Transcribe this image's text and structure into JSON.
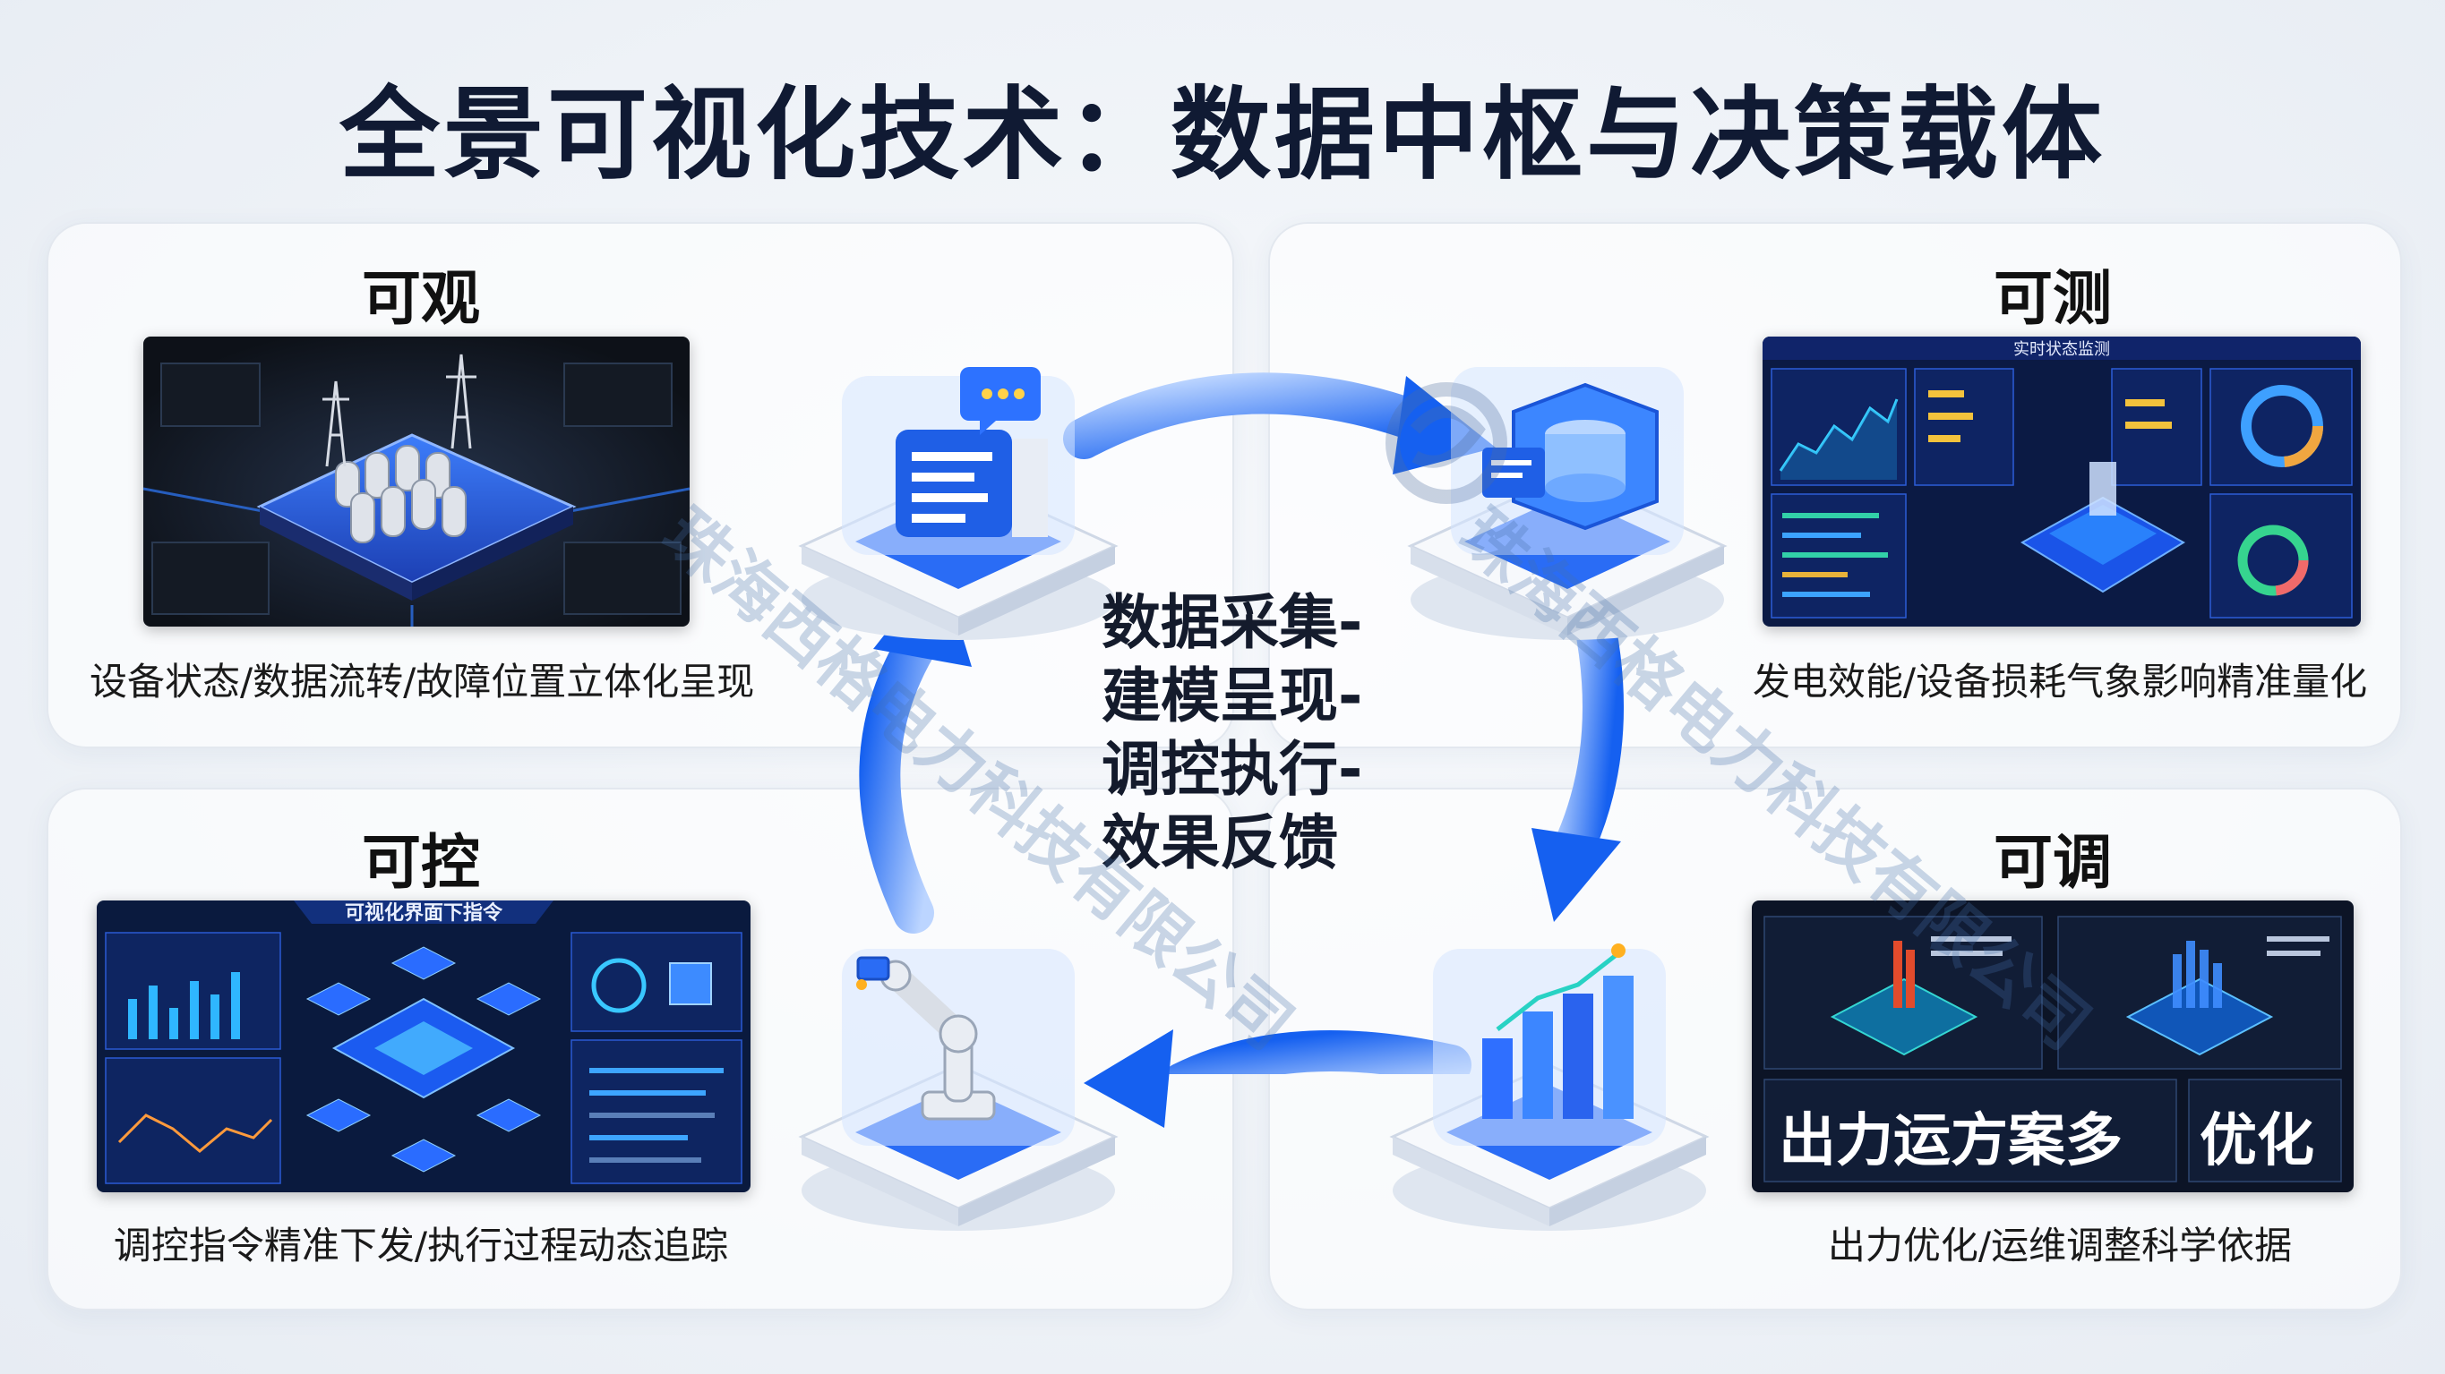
{
  "title": "全景可视化技术：数据中枢与决策载体",
  "cycle_text": [
    "数据采集-",
    "建模呈现-",
    "调控执行-",
    "效果反馈"
  ],
  "panels": {
    "observe": {
      "title": "可观",
      "caption": "设备状态/数据流转/故障位置立体化呈现"
    },
    "measure": {
      "title": "可测",
      "caption": "发电效能/设备损耗气象影响精准量化",
      "screen_title": "实时状态监测"
    },
    "control": {
      "title": "可控",
      "caption": "调控指令精准下发/执行过程动态追踪",
      "screen_title": "可视化界面下指令"
    },
    "adjust": {
      "title": "可调",
      "caption": "出力优化/运维调整科学依据",
      "banner_left": "出力运方案多",
      "banner_right": "优化"
    }
  },
  "watermark": "珠海西格电力科技有限公司",
  "colors": {
    "accent": "#1f6ff2",
    "screen_bg": "#0b1a3d",
    "title": "#101a33"
  },
  "icons": [
    "document-chat-icon",
    "database-icon",
    "robot-arm-icon",
    "bar-chart-icon",
    "substation-icon"
  ]
}
